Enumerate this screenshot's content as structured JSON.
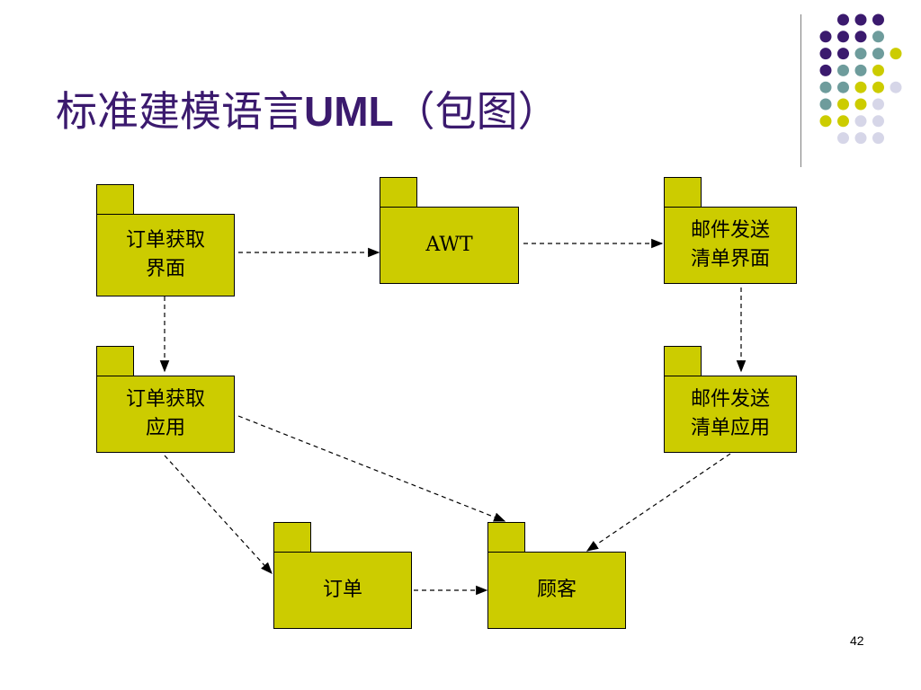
{
  "slide": {
    "title_cn": "标准建模语言",
    "title_latin": "UML",
    "title_suffix": "（包图）",
    "page_number": "42"
  },
  "packages": {
    "order_get_ui": {
      "line1": "订单获取",
      "line2": "界面"
    },
    "awt": {
      "line1": "AWT"
    },
    "mail_ui": {
      "line1": "邮件发送",
      "line2": "清单界面"
    },
    "order_get_app": {
      "line1": "订单获取",
      "line2": "应用"
    },
    "mail_app": {
      "line1": "邮件发送",
      "line2": "清单应用"
    },
    "order": {
      "line1": "订单"
    },
    "customer": {
      "line1": "顾客"
    }
  },
  "colors": {
    "package_fill": "#cccc00",
    "title": "#3b1a6e",
    "dot_purple": "#3b1a6e",
    "dot_teal": "#6e9c9c",
    "dot_yellow": "#cccc00",
    "dot_lavender": "#d6d6e8"
  }
}
